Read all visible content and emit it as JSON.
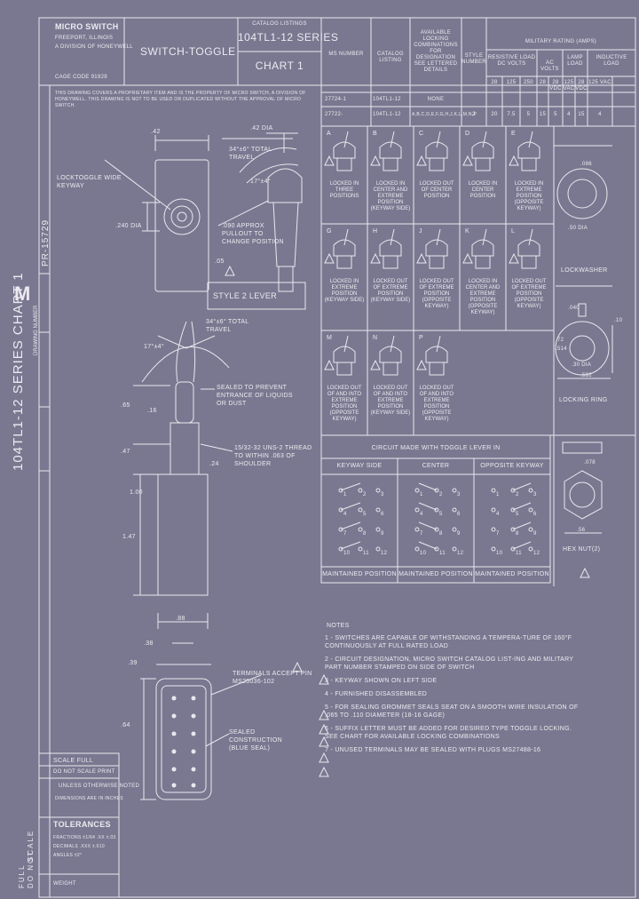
{
  "header": {
    "company": "MICRO SWITCH",
    "company_sub1": "FREEPORT, ILLINOIS",
    "company_sub2": "A DIVISION OF HONEYWELL",
    "company_code": "CAGE CODE 91929",
    "title": "SWITCH-TOGGLE",
    "series_caption": "CATALOG LISTINGS",
    "series": "104TL1-12 SERIES",
    "chart": "CHART 1",
    "ms_number_label": "MS NUMBER",
    "catalog_label": "CATALOG LISTING",
    "locking_label": "AVAILABLE LOCKING COMBINATIONS FOR DESIGNATION SEE LETTERED DETAILS",
    "style_label": "STYLE NUMBER",
    "military_label": "MILITARY RATING (AMPS)",
    "resistive_label": "RESISTIVE LOAD DC VOLTS",
    "ac_label": "AC VOLTS",
    "lamp_label": "LAMP LOAD",
    "inductive_label": "INDUCTIVE LOAD",
    "voltages": [
      "28",
      "125",
      "250",
      "28",
      "28 VDC",
      "125 VAC",
      "28 VDC",
      "125 VAC"
    ],
    "row1": {
      "ms": "27724-1",
      "catalog": "104TL1-12",
      "locking": "NONE",
      "style": "",
      "ratings": []
    },
    "row2": {
      "ms": "27722-",
      "catalog": "104TL1-12",
      "locking": "A,B,C,D,E,F,G,H,J,K,L,M,N,P",
      "style": "2",
      "ratings": [
        "20",
        "7.5",
        "5",
        "15",
        "5",
        "4",
        "15",
        "4"
      ]
    }
  },
  "notice": "THIS DRAWING COVERS A PROPRIETARY ITEM AND IS THE PROPERTY OF MICRO SWITCH, A DIVISION OF HONEYWELL. THIS DRAWING IS NOT TO BE USED OR DUPLICATED WITHOUT THE APPROVAL OF MICRO SWITCH.",
  "side_strip": {
    "title": "104TL1-12 SERIES CHART 1",
    "number": "PR-15729",
    "letter": "M",
    "drawing_number_label": "DRAWING NUMBER",
    "bottom_words": [
      "FULL",
      "SCALE",
      "DO NOT"
    ]
  },
  "drawing": {
    "dim_top": ".42",
    "dim_42dia": ".42 DIA",
    "dim_240": ".240 DIA",
    "dim_05": ".05",
    "travel_label": "34°±6° TOTAL TRAVEL",
    "angle_17": "17°±4°",
    "pullout_label": ".090 APPROX PULLOUT TO CHANGE POSITION",
    "keyway_label": "LOCKTOGGLE WIDE KEYWAY",
    "style_label": "STYLE 2 LEVER",
    "side_travel": "34°±6° TOTAL TRAVEL",
    "side_angle": "17°±4°",
    "sealed_label": "SEALED TO PREVENT ENTRANCE OF LIQUIDS OR DUST",
    "dim_65": ".65",
    "dim_16": ".16",
    "dim_47": ".47",
    "dim_24": ".24",
    "thread_label": "15/32-32 UNS-2 THREAD TO WITHIN .063 OF SHOULDER",
    "dim_100": "1.00",
    "dim_147": "1.47",
    "dim_88": ".88",
    "dim_38": ".38",
    "dim_39": ".39",
    "terminals_label": "TERMINALS ACCEPT PIN MS25036-102",
    "sealed_construction": "SEALED CONSTRUCTION (BLUE SEAL)",
    "dim_64": ".64"
  },
  "locking": [
    {
      "letter": "A",
      "text": "LOCKED IN THREE POSITIONS"
    },
    {
      "letter": "B",
      "text": "LOCKED IN CENTER AND EXTREME POSITION (KEYWAY SIDE)"
    },
    {
      "letter": "C",
      "text": "LOCKED OUT OF CENTER POSITION"
    },
    {
      "letter": "D",
      "text": "LOCKED IN CENTER POSITION"
    },
    {
      "letter": "E",
      "text": "LOCKED IN EXTREME POSITION (OPPOSITE KEYWAY)"
    },
    {
      "letter": "G",
      "text": "LOCKED IN EXTREME POSITION (KEYWAY SIDE)"
    },
    {
      "letter": "H",
      "text": "LOCKED OUT OF EXTREME POSITION (KEYWAY SIDE)"
    },
    {
      "letter": "J",
      "text": "LOCKED OUT OF EXTREME POSITION (OPPOSITE KEYWAY)"
    },
    {
      "letter": "K",
      "text": "LOCKED IN CENTER AND EXTREME POSITION (OPPOSITE KEYWAY)"
    },
    {
      "letter": "L",
      "text": "LOCKED OUT OF EXTREME POSITION (OPPOSITE KEYWAY)"
    },
    {
      "letter": "M",
      "text": "LOCKED OUT OF AND INTO EXTREME POSITION (OPPOSITE KEYWAY)"
    },
    {
      "letter": "N",
      "text": "LOCKED OUT OF AND INTO EXTREME POSITION (KEYWAY SIDE)"
    },
    {
      "letter": "P",
      "text": "LOCKED OUT OF AND INTO EXTREME POSITION (OPPOSITE KEYWAY)"
    }
  ],
  "hardware": {
    "lockwasher": "LOCKWASHER",
    "lockwasher_dims": [
      ".086",
      ".50 DIA"
    ],
    "locking_ring": "LOCKING RING",
    "ring_dims": [
      ".040",
      ".10",
      ".72",
      ".514",
      ".30 DIA",
      ".592"
    ],
    "hex_nut": "HEX NUT(2)",
    "nut_dims": [
      ".078",
      ".56"
    ]
  },
  "circuit": {
    "title": "CIRCUIT MADE WITH TOGGLE LEVER IN",
    "columns": [
      "KEYWAY SIDE",
      "CENTER",
      "OPPOSITE KEYWAY"
    ],
    "footer": [
      "MAINTAINED POSITION",
      "MAINTAINED POSITION",
      "MAINTAINED POSITION"
    ]
  },
  "notes": {
    "title": "NOTES",
    "items": [
      "1 - SWITCHES ARE CAPABLE OF WITHSTANDING A TEMPERA-TURE OF 160°F CONTINUOUSLY AT FULL RATED LOAD",
      "2 - CIRCUIT DESIGNATION, MICRO SWITCH CATALOG LIST-ING AND MILITARY PART NUMBER STAMPED ON SIDE OF SWITCH",
      "3 - KEYWAY SHOWN ON LEFT SIDE",
      "4 - FURNISHED DISASSEMBLED",
      "5 - FOR SEALING GROMMET SEALS SEAT ON A SMOOTH WIRE INSULATION OF .065 TO .110 DIAMETER (18-16 GAGE)",
      "6 - SUFFIX LETTER MUST BE ADDED FOR DESIRED TYPE TOGGLE LOCKING. SEE CHART FOR AVAILABLE LOCKING COMBINATIONS",
      "7 - UNUSED TERMINALS MAY BE SEALED WITH PLUGS MS27488-16"
    ]
  },
  "titleblock": {
    "scale": "SCALE FULL",
    "print_label": "DO NOT SCALE PRINT",
    "unless": "UNLESS OTHERWISE NOTED",
    "dims": "DIMENSIONS ARE IN INCHES",
    "tolerances": "TOLERANCES",
    "tol_rows": [
      "FRACTIONS ±1/64  .XX ±.03",
      "DECIMALS .XXX ±.010",
      "ANGLES ±2°"
    ],
    "weight": "WEIGHT"
  }
}
